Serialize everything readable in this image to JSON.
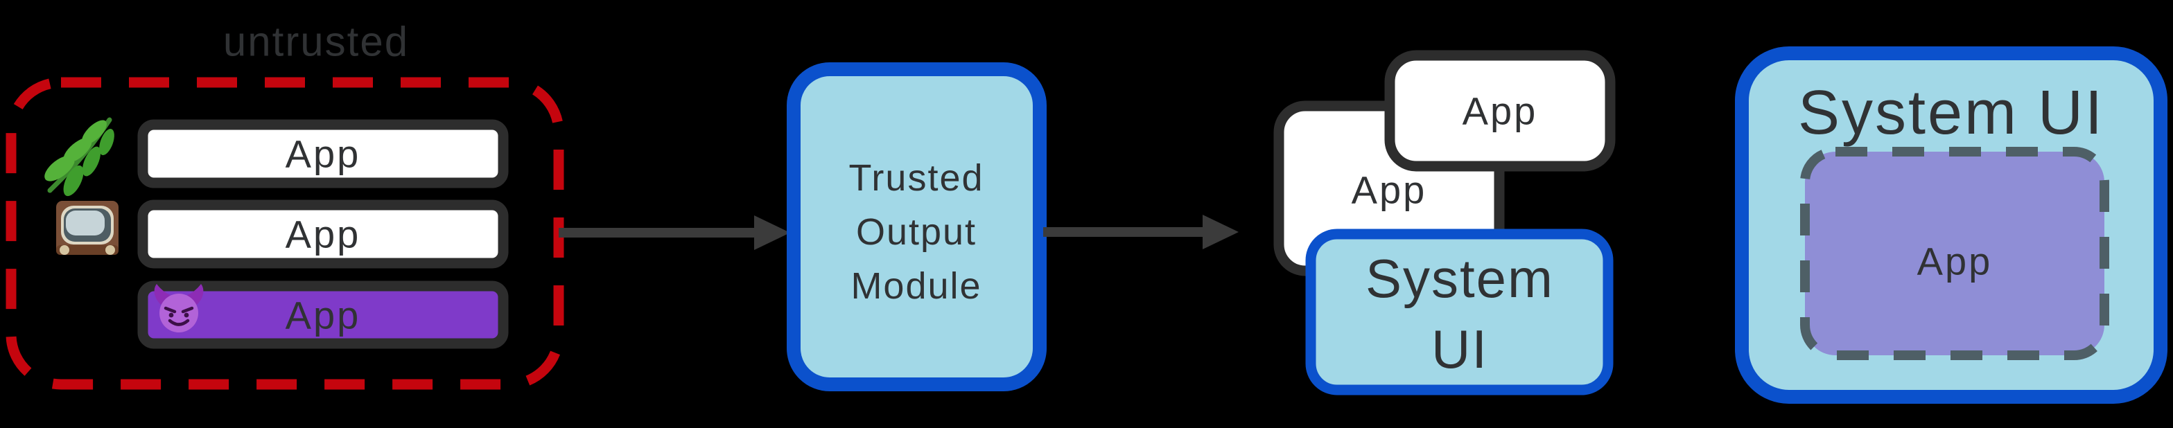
{
  "colors": {
    "background": "#000000",
    "text": "#303234",
    "arrow": "#3b3b3b",
    "app_border": "#2d2d2d",
    "untrusted_red": "#c5050e",
    "system_blue_border": "#0b51cc",
    "system_blue_fill": "#a2d8e7",
    "malicious_purple": "#7f3ac9",
    "embedded_app_purple": "#8f8ed6"
  },
  "untrusted": {
    "label": "untrusted",
    "label_color": "#b80410",
    "box_border_color": "#c5050e",
    "apps": [
      {
        "label": "App",
        "icon": "herb-icon",
        "fill": "#ffffff"
      },
      {
        "label": "App",
        "icon": "tv-icon",
        "fill": "#ffffff"
      },
      {
        "label": "App",
        "icon": "devil-icon",
        "fill": "#7f3ac9"
      }
    ]
  },
  "module": {
    "lines": [
      "Trusted",
      "Output",
      "Module"
    ],
    "fill": "#a2d8e7",
    "border_color": "#0b51cc"
  },
  "composited": {
    "back_app_label": "App",
    "front_app_label": "App",
    "system_ui_lines": [
      "System",
      "UI"
    ]
  },
  "fullscreen": {
    "system_ui_label": "System UI",
    "app_label": "App",
    "app_fill": "#8f8ed6"
  }
}
